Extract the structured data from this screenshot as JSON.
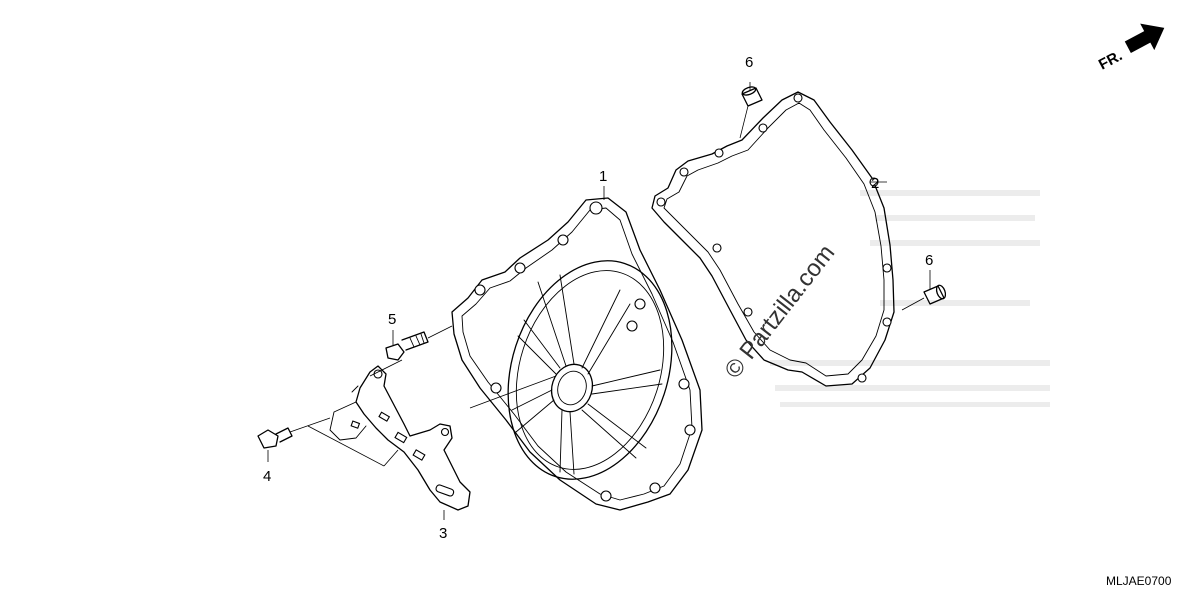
{
  "diagram": {
    "part_labels": [
      {
        "id": "1",
        "text": "1"
      },
      {
        "id": "2",
        "text": "2"
      },
      {
        "id": "3",
        "text": "3"
      },
      {
        "id": "4",
        "text": "4"
      },
      {
        "id": "5",
        "text": "5"
      },
      {
        "id": "6a",
        "text": "6"
      },
      {
        "id": "6b",
        "text": "6"
      }
    ],
    "direction_label": "FR.",
    "watermark": "© Partzilla.com",
    "diagram_code": "MLJAE0700",
    "icons": [
      "front-direction-arrow-icon"
    ]
  }
}
